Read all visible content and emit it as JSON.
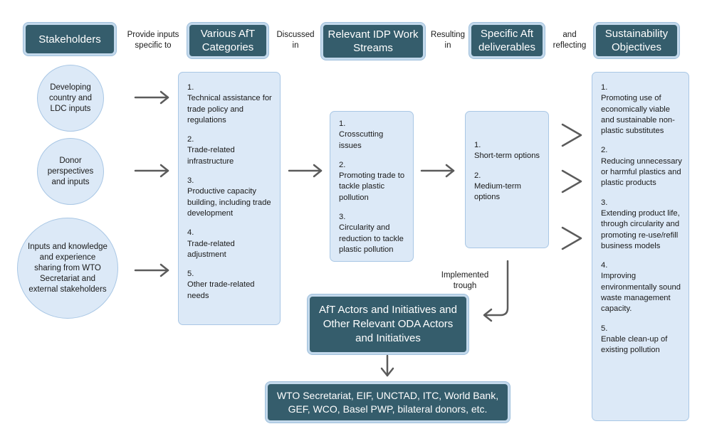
{
  "headers": {
    "stakeholders": "Stakeholders",
    "aft_categories": "Various AfT Categories",
    "idp_streams": "Relevant IDP Work Streams",
    "deliverables": "Specific Aft deliverables",
    "objectives": "Sustainability Objectives"
  },
  "connectors": {
    "provide": "Provide inputs specific to",
    "discussed": "Discussed in",
    "resulting": "Resulting in",
    "reflecting": "and reflecting",
    "implemented": "Implemented trough"
  },
  "stakeholder_inputs": [
    "Developing country and LDC inputs",
    "Donor perspectives and inputs",
    "Inputs and knowledge and experience sharing from WTO Secretariat and external stakeholders"
  ],
  "aft_categories": [
    {
      "num": "1.",
      "text": "Technical assistance for trade policy and regulations"
    },
    {
      "num": "2.",
      "text": "Trade-related infrastructure"
    },
    {
      "num": "3.",
      "text": "Productive capacity building, including trade development"
    },
    {
      "num": "4.",
      "text": "Trade-related adjustment"
    },
    {
      "num": "5.",
      "text": "Other trade-related needs"
    }
  ],
  "idp_streams": [
    {
      "num": "1.",
      "text": "Crosscutting issues"
    },
    {
      "num": "2.",
      "text": "Promoting trade to tackle plastic pollution"
    },
    {
      "num": "3.",
      "text": "Circularity and reduction to tackle plastic pollution"
    }
  ],
  "deliverables": [
    {
      "num": "1.",
      "text": "Short-term options"
    },
    {
      "num": "2.",
      "text": "Medium-term options"
    }
  ],
  "objectives": [
    {
      "num": "1.",
      "text": "Promoting use of economically viable and sustainable non-plastic substitutes"
    },
    {
      "num": "2.",
      "text": "Reducing unnecessary or harmful plastics and plastic products"
    },
    {
      "num": "3.",
      "text": "Extending product life, through circularity and promoting re-use/refill business models"
    },
    {
      "num": "4.",
      "text": "Improving environmentally sound waste management capacity."
    },
    {
      "num": "5.",
      "text": "Enable clean-up of existing pollution"
    }
  ],
  "actors": "AfT Actors and Initiatives and Other Relevant ODA Actors and Initiatives",
  "organizations": "WTO Secretariat, EIF, UNCTAD, ITC, World Bank, GEF, WCO, Basel PWP, bilateral donors, etc."
}
